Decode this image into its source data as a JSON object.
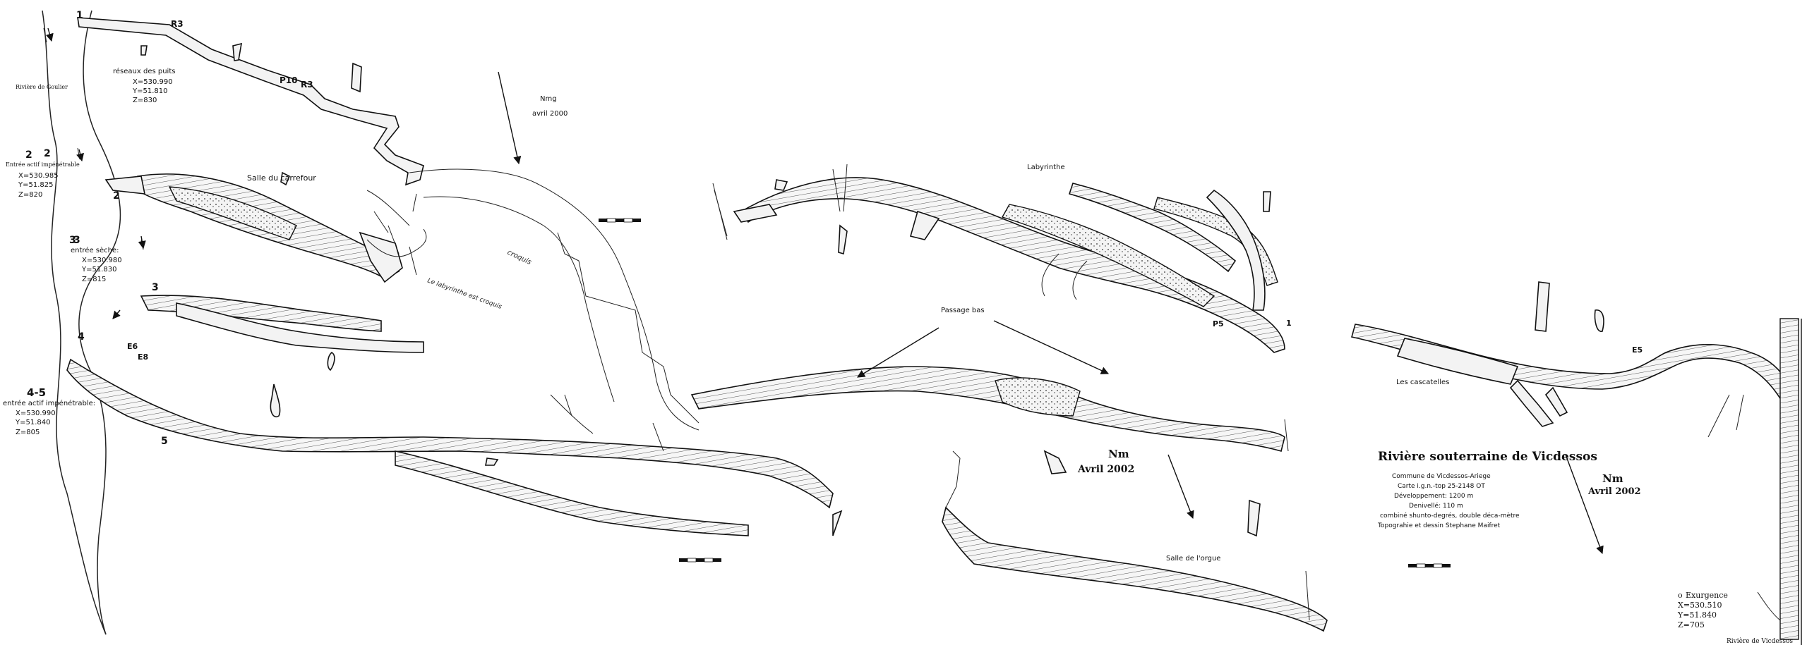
{
  "map": {
    "title": "Rivière souterraine de Vicdessos",
    "info": [
      "Commune de Vicdessos-Ariege",
      "Carte i.g.n.-top 25-2148 OT",
      "Développement: 1200 m",
      "Denivellé: 110 m",
      "combiné shunto-degrés, double déca-mètre",
      "Topograhie et dessin Stephane Maifret"
    ],
    "north_arrows": [
      {
        "label": "Nmg",
        "date": "avril 2000"
      },
      {
        "label": "Nm",
        "date": "Avril 2002"
      },
      {
        "label": "Nm",
        "date": "Avril 2002"
      }
    ],
    "places": {
      "salle_carrefour": "Salle du carrefour",
      "labyrinthe": "Labyrinthe",
      "passage_bas": "Passage bas",
      "cascatelles": "Les cascatelles",
      "salle_orgue": "Salle de l'orgue",
      "riviere_goulier": "Rivière de Goulier",
      "riviere_vicdessos": "Rivière de Vicdessos",
      "le_labyrinthe_note": "Le labyrinthe est croquis",
      "croquis": "croquis"
    },
    "entrances": {
      "e1": {
        "num": "1",
        "name": "réseaux des puits",
        "x": "X=530.990",
        "y": "Y=51.810",
        "z": "Z=830"
      },
      "e2": {
        "num": "2",
        "name": "Entrée actif impénétrable",
        "x": "X=530.985",
        "y": "Y=51.825",
        "z": "Z=820"
      },
      "e3": {
        "num": "3",
        "name": "entrée sèche:",
        "x": "X=530.980",
        "y": "Y=51.830",
        "z": "Z=815"
      },
      "e45": {
        "num": "4-5",
        "name": "entrée actif impénétrable:",
        "x": "X=530.990",
        "y": "Y=51.840",
        "z": "Z=805"
      },
      "exurgence": {
        "num": "o",
        "name": "Exurgence",
        "x": "X=530.510",
        "y": "Y=51.840",
        "z": "Z=705"
      }
    },
    "stations": [
      "R3",
      "P10",
      "R3",
      "E6",
      "E8",
      "E5",
      "P5",
      "1",
      "2",
      "3",
      "4",
      "5"
    ]
  }
}
